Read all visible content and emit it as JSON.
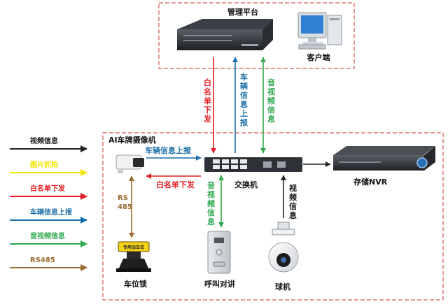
{
  "colors": {
    "dashed_border": "#d9534f",
    "video": "#222222",
    "picture": "#f2e600",
    "whitelist": "#e31e24",
    "vehicle": "#1a6fa8",
    "av": "#2fa84f",
    "rs485": "#9b6a2f",
    "whitelist_label": "#e31e24",
    "vehicle_label": "#1a6fa8",
    "av_label": "#2fa84f",
    "rs485_label": "#9b6a2f"
  },
  "legend": [
    {
      "label": "视频信息",
      "color_key": "video"
    },
    {
      "label": "图片抓拍",
      "color_key": "picture"
    },
    {
      "label": "白名单下发",
      "color_key": "whitelist"
    },
    {
      "label": "车辆信息上报",
      "color_key": "vehicle"
    },
    {
      "label": "音视频信息",
      "color_key": "av"
    },
    {
      "label": "RS485",
      "color_key": "rs485"
    }
  ],
  "nodes": {
    "platform": "管理平台",
    "client": "客户端",
    "camera": "AI车牌摄像机",
    "switch": "交换机",
    "nvr": "存储NVR",
    "lock": "车位锁",
    "lock_sign": "专用泊车位",
    "intercom": "呼叫对讲",
    "dome": "球机"
  },
  "edge_labels": {
    "whitelist_down": "白名单下发",
    "vehicle_up": "车辆信息上报",
    "av_info": "音视频信息",
    "cam_vehicle_up": "车辆信息上报",
    "cam_whitelist_down": "白名单下发",
    "rs485": "RS485",
    "switch_av": "音视频信息",
    "dome_video": "视频信息"
  }
}
